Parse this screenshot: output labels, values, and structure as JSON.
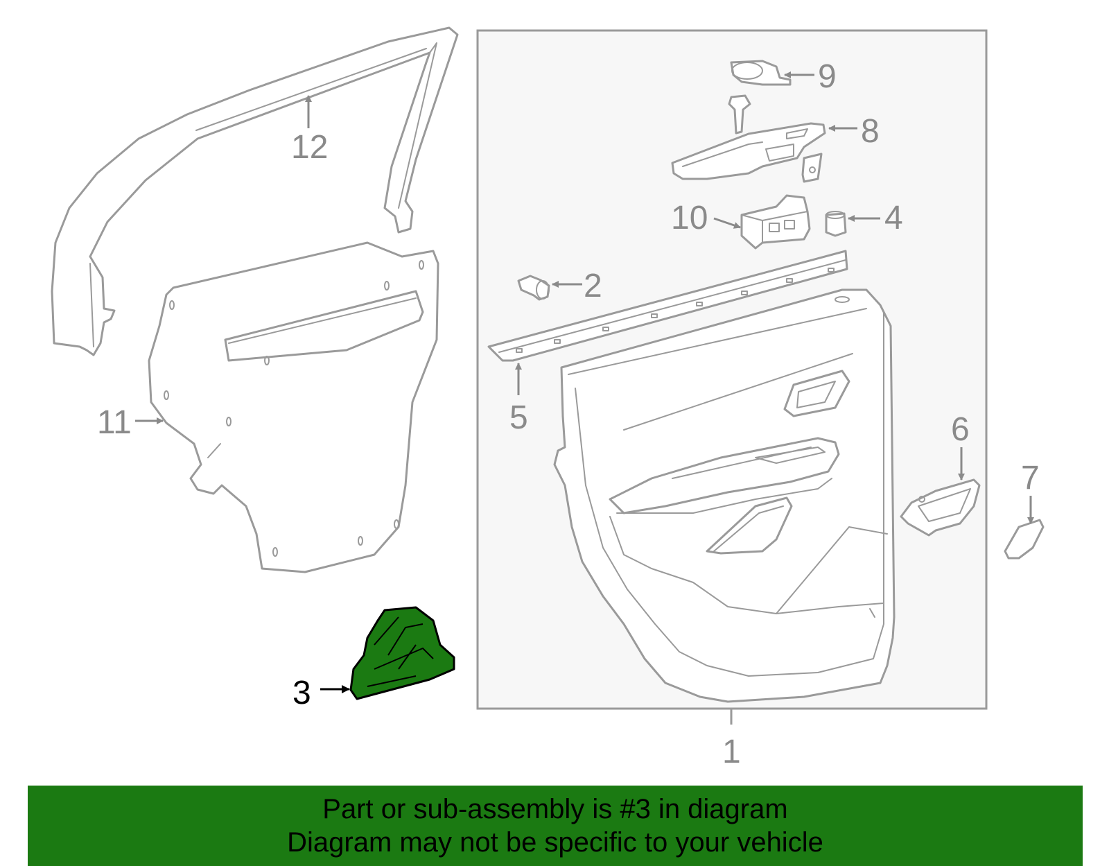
{
  "callouts": {
    "c1": "1",
    "c2": "2",
    "c3": "3",
    "c4": "4",
    "c5": "5",
    "c6": "6",
    "c7": "7",
    "c8": "8",
    "c9": "9",
    "c10": "10",
    "c11": "11",
    "c12": "12"
  },
  "highlighted_part": "3",
  "colors": {
    "highlight_fill": "#1b7a12",
    "line_art": "#9a9a9a",
    "panel_bg": "#f7f7f7",
    "banner_bg": "#1b7a12"
  },
  "banner": {
    "line1": "Part or sub-assembly is #3 in diagram",
    "line2": "Diagram may not be specific to your vehicle"
  }
}
